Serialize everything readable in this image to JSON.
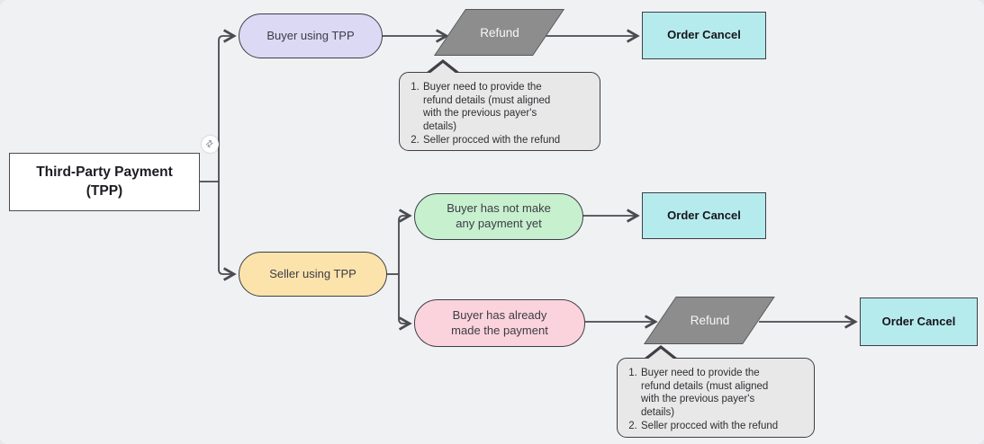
{
  "diagram": {
    "title_node": {
      "label": "Third-Party Payment\n(TPP)"
    },
    "nodes": {
      "buyer_tpp": {
        "label": "Buyer using TPP"
      },
      "seller_tpp": {
        "label": "Seller using TPP"
      },
      "no_payment": {
        "label": "Buyer has not make\nany payment yet"
      },
      "paid": {
        "label": "Buyer has already\nmade the payment"
      },
      "refund_top": {
        "label": "Refund"
      },
      "refund_bottom": {
        "label": "Refund"
      },
      "order_cancel_top": {
        "label": "Order Cancel"
      },
      "order_cancel_mid": {
        "label": "Order Cancel"
      },
      "order_cancel_bottom": {
        "label": "Order Cancel"
      }
    },
    "notes": {
      "refund_note_top": {
        "items": [
          "Buyer need to provide the\nrefund details (must aligned\nwith the previous payer's\ndetails)",
          "Seller procced with the refund"
        ]
      },
      "refund_note_bottom": {
        "items": [
          "Buyer need to provide the\nrefund details (must aligned\nwith the previous payer's\ndetails)",
          "Seller procced with the refund"
        ]
      }
    },
    "icons": {
      "branch_badge": "⇄"
    },
    "colors": {
      "background": "#f0f1f3",
      "root_fill": "#ffffff",
      "buyer_pill_fill": "#dcd9f5",
      "seller_pill_fill": "#fce3ab",
      "no_payment_fill": "#c7f0ce",
      "paid_fill": "#fbd3dc",
      "order_cancel_fill": "#b6ebed",
      "refund_fill": "#8d8d8d",
      "note_fill": "#e8e8e8",
      "line_color": "#4a4a50"
    }
  }
}
